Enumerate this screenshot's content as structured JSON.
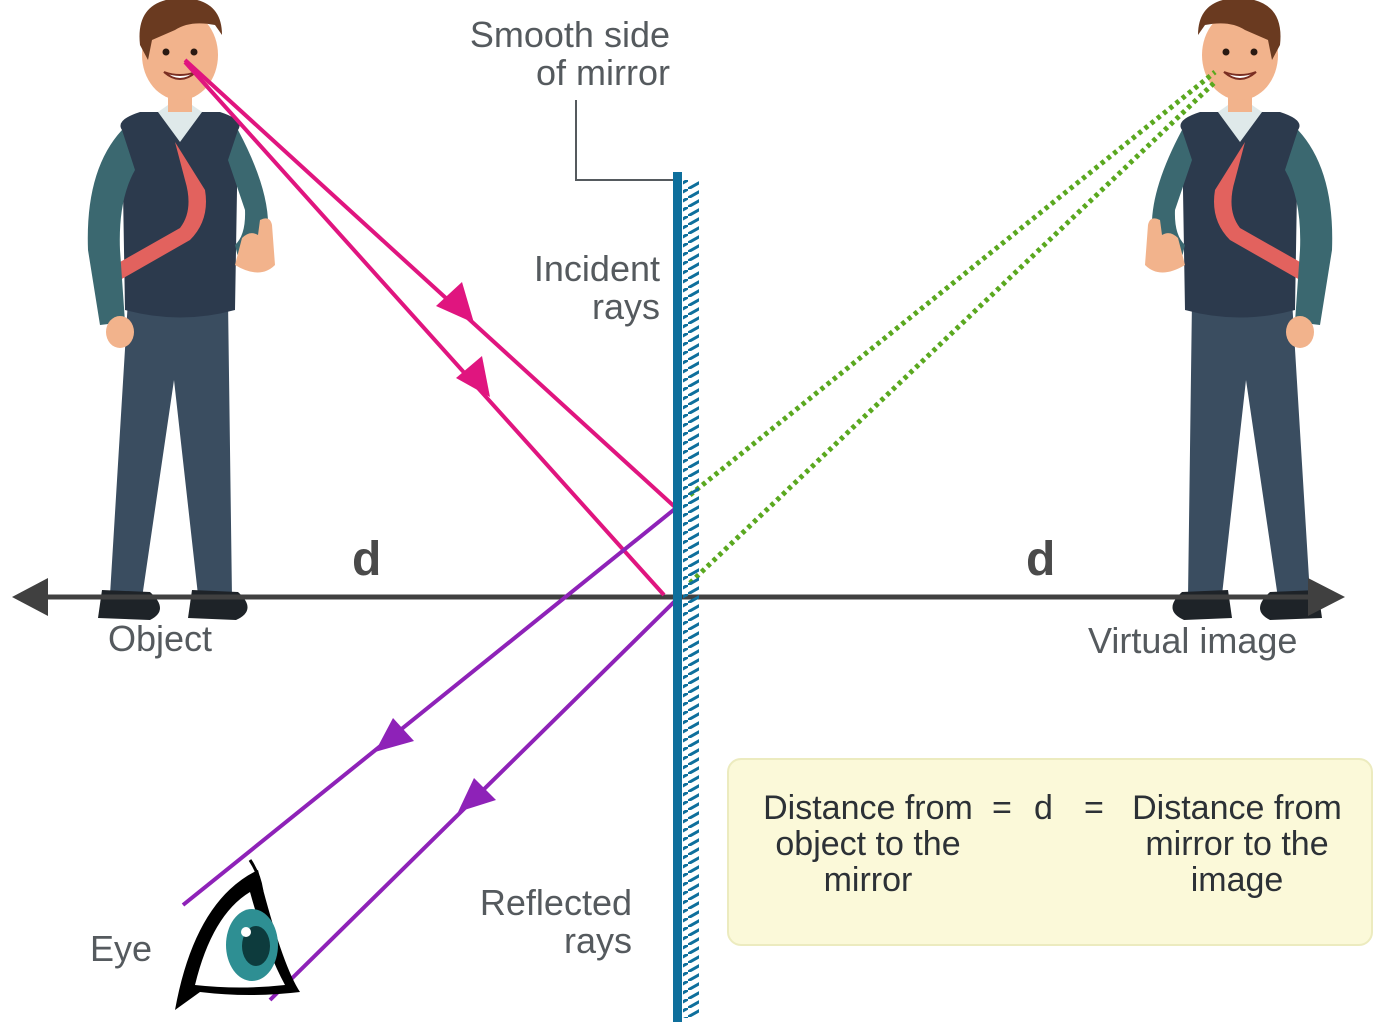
{
  "labels": {
    "smooth_side_line1": "Smooth side",
    "smooth_side_line2": "of mirror",
    "incident_line1": "Incident",
    "incident_line2": "rays",
    "reflected_line1": "Reflected",
    "reflected_line2": "rays",
    "object": "Object",
    "virtual_image": "Virtual image",
    "eye": "Eye",
    "d_left": "d",
    "d_right": "d"
  },
  "note": {
    "left_line1": "Distance from",
    "left_line2": "object to the",
    "left_line3": "mirror",
    "eq1": "=",
    "d": "d",
    "eq2": "=",
    "right_line1": "Distance from",
    "right_line2": "mirror to the",
    "right_line3": "image"
  },
  "colors": {
    "incident": "#e0157f",
    "reflected": "#8e22b8",
    "virtual": "#5aa81f",
    "mirror": "#0e6f9c",
    "axis": "#404040",
    "shirt": "#2c3a4d",
    "sleeve": "#3b6870",
    "pants": "#3a4d60",
    "tie": "#e2625e",
    "skin": "#f2b38c",
    "hair": "#6a3a20",
    "note_bg": "#fbf9d9"
  }
}
